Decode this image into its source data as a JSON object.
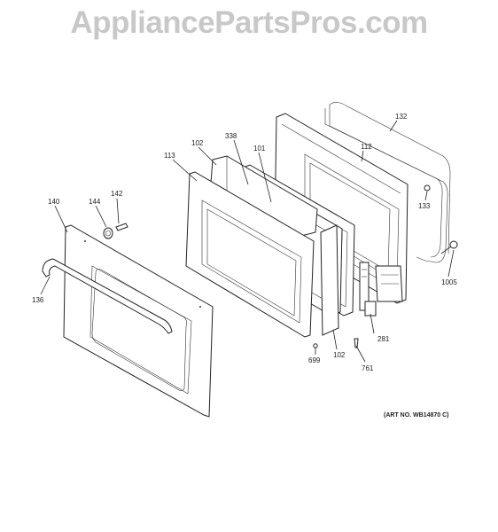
{
  "watermark": {
    "text": "AppliancePartsPros.com",
    "color": "#c8c8c8"
  },
  "art_number": "(ART NO. WB14870 C)",
  "callouts": {
    "c132": "132",
    "c112": "112",
    "c101": "101",
    "c338": "338",
    "c102a": "102",
    "c113": "113",
    "c142": "142",
    "c144": "144",
    "c140": "140",
    "c136": "136",
    "c133": "133",
    "c1005": "1005",
    "c281": "281",
    "c761": "761",
    "c102b": "102",
    "c699": "699"
  }
}
